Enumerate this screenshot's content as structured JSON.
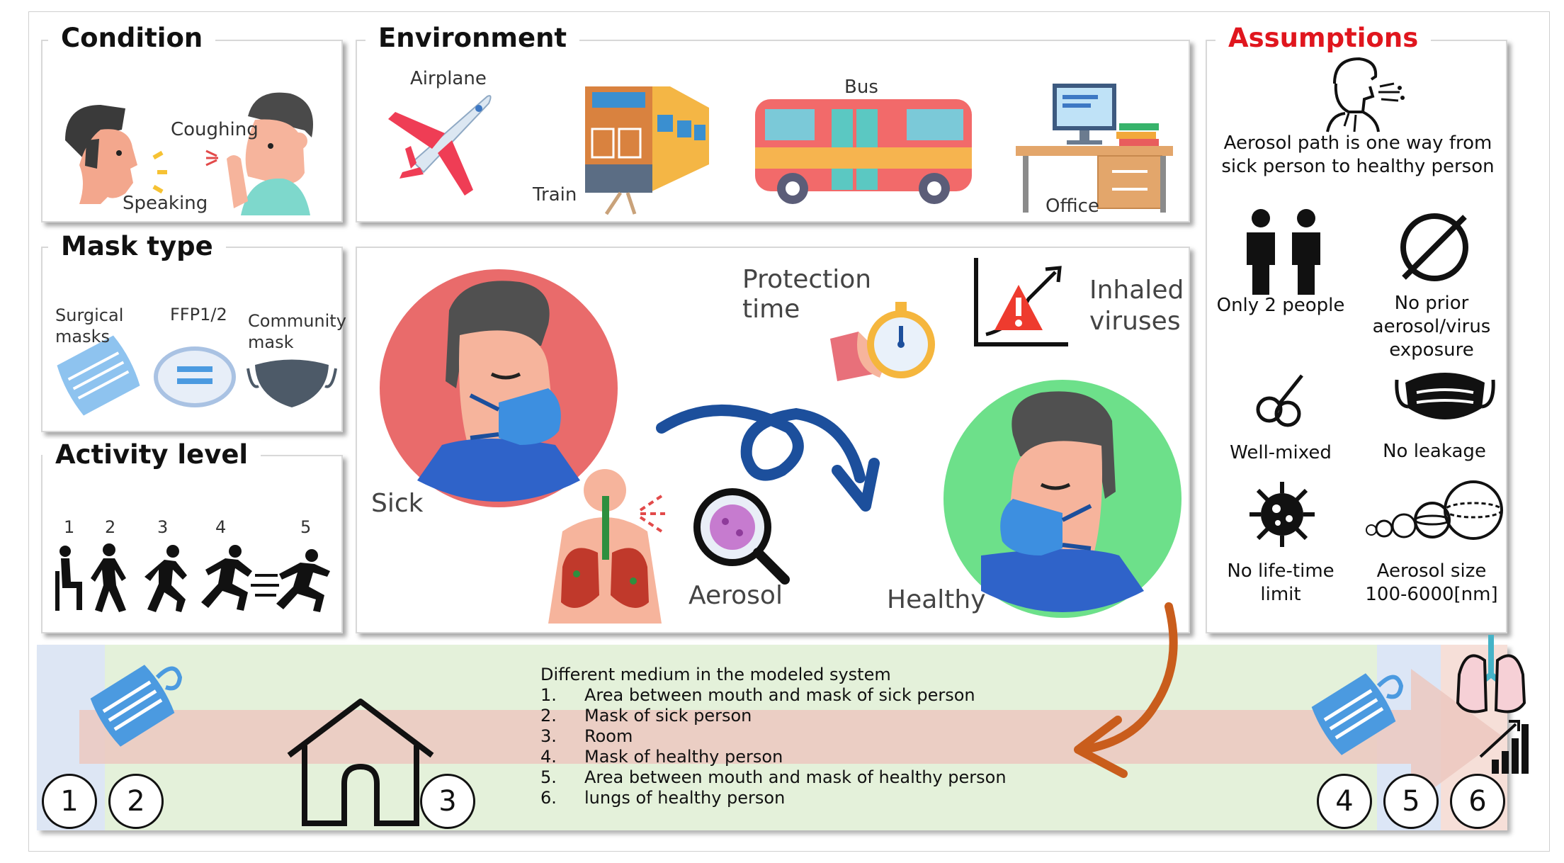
{
  "condition": {
    "title": "Condition",
    "labels": [
      "Coughing",
      "Speaking"
    ]
  },
  "environment": {
    "title": "Environment",
    "items": [
      "Airplane",
      "Train",
      "Bus",
      "Office"
    ]
  },
  "mask_type": {
    "title": "Mask type",
    "items": [
      "Surgical masks",
      "FFP1/2",
      "Community mask"
    ]
  },
  "activity_level": {
    "title": "Activity level",
    "levels": [
      "1",
      "2",
      "3",
      "4",
      "5"
    ]
  },
  "center": {
    "sick_label": "Sick",
    "healthy_label": "Healthy",
    "aerosol_label": "Aerosol",
    "protection_time": "Protection time",
    "inhaled_viruses": "Inhaled viruses"
  },
  "assumptions": {
    "title": "Assumptions",
    "title_color": "#e0161e",
    "items": [
      "Aerosol path is one way from sick person to healthy person",
      "Only 2 people",
      "No prior aerosol/virus exposure",
      "Well-mixed",
      "No leakage",
      "No life-time limit",
      "Aerosol size 100-6000[nm]"
    ]
  },
  "medium": {
    "heading": "Different medium in the modeled system",
    "items": [
      {
        "num": "1.",
        "text": "Area between mouth and mask of sick person"
      },
      {
        "num": "2.",
        "text": "Mask of sick person"
      },
      {
        "num": "3.",
        "text": "Room"
      },
      {
        "num": "4.",
        "text": "Mask of healthy person"
      },
      {
        "num": "5.",
        "text": "Area between mouth and mask of healthy person"
      },
      {
        "num": "6.",
        "text": "lungs of healthy person"
      }
    ],
    "markers": [
      "1",
      "2",
      "3",
      "4",
      "5",
      "6"
    ]
  },
  "colors": {
    "sick_circle": "#e96b6b",
    "healthy_circle": "#6de08a",
    "mask_blue": "#3d8fe0",
    "arrow_navy": "#1c4f9c",
    "arrow_orange": "#c95d1c",
    "band_green": "#e4f1da",
    "band_pink": "#ecc8c0"
  },
  "icons": [
    "face-icon",
    "airplane-icon",
    "train-icon",
    "bus-icon",
    "desk-icon",
    "mask-icon",
    "person-icon",
    "stopwatch-icon",
    "chart-alert-icon",
    "lungs-icon",
    "magnifier-icon",
    "virus-icon",
    "house-icon",
    "no-symbol-icon",
    "mixing-icon",
    "particles-icon"
  ]
}
